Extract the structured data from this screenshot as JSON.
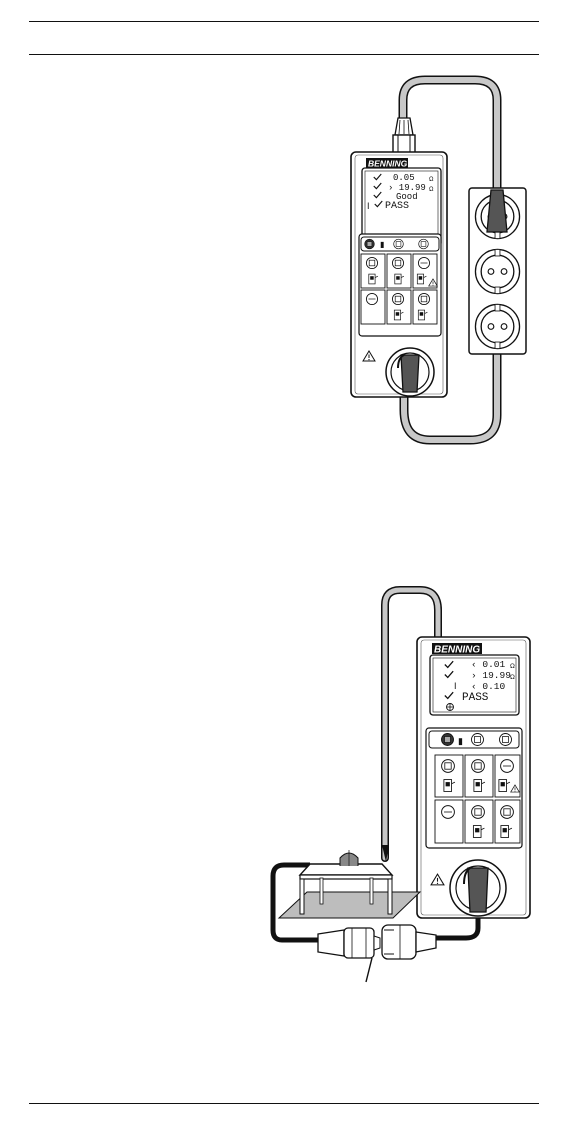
{
  "brand": "BENNING",
  "figure_top": {
    "lcd": {
      "row1_value": "0.05",
      "row1_unit": "Ω",
      "row2_value": "› 19.99",
      "row2_unit": "Ω",
      "row3_value": "Good",
      "row4_value": "PASS"
    }
  },
  "figure_bottom": {
    "lcd": {
      "row1_value": "‹ 0.01",
      "row1_unit": "Ω",
      "row2_value": "› 19.99",
      "row2_unit": "Ω",
      "row3_value": "‹ 0.10",
      "row4_value": "PASS"
    }
  }
}
